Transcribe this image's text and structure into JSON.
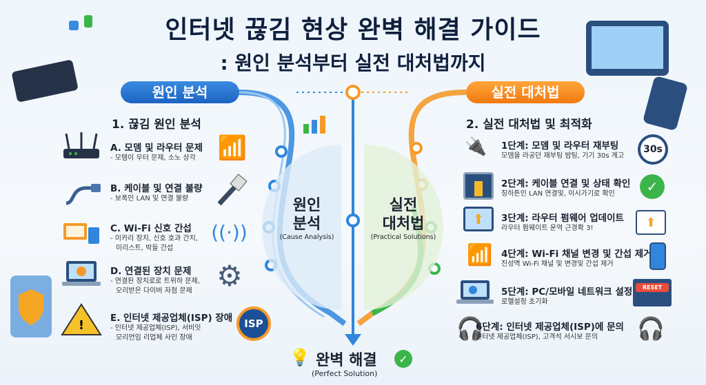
{
  "title": "인터넷 끊김 현상 완벽 해결 가이드",
  "subtitle": ": 원인 분석부터 실전 대처법까지",
  "left": {
    "pill": "원인 분석",
    "heading": "1. 끊김 원인 분석",
    "items": [
      {
        "title": "A. 모뎀 및 라우터 문제",
        "desc": [
          "- 모템이 우터 문제, 소노 상각"
        ],
        "icon": "wifi-icon"
      },
      {
        "title": "B. 케이블 및 연결 불량",
        "desc": [
          "- 보폭인 LAN 및 연결 불량"
        ],
        "icon": "ethernet-cable-icon"
      },
      {
        "title": "C. Wi-Fi 신호 간섭",
        "desc": [
          "- 미카리 장치, 신호 호과 간치,",
          "미리스트, 박들 간섭"
        ],
        "icon": "antenna-icon"
      },
      {
        "title": "D. 연결된 장치 문제",
        "desc": [
          "- 연결된 장치로로 트위하 문제,",
          "오리받은 다이버 자첨 문제"
        ],
        "icon": "gear-icon"
      },
      {
        "title": "E. 인터넷 제공업체(ISP) 장애",
        "desc": [
          "- 인터넷 제공업체(ISP), 서비잇",
          "모리언임 리업체 사인 장애"
        ],
        "icon": "isp-globe-icon",
        "badge": "ISP"
      }
    ]
  },
  "center": {
    "left_title": [
      "원인",
      "분석"
    ],
    "left_sub": "(Cause Analysis)",
    "right_title": [
      "실전",
      "대처법"
    ],
    "right_sub": "(Practical Solutions)",
    "bottom_title": "완벽 해결",
    "bottom_sub": "(Perfect Solution)"
  },
  "right": {
    "pill": "실전 대처법",
    "heading": "2. 실전 대처법 및 최적화",
    "steps": [
      {
        "title": "1단계: 모뎀 및 라우터 재부팅",
        "desc": "모뎀을 라공던 재부팅 밤팅, 기기 30s 게고",
        "icon": "plug-icon",
        "side": "timer-icon",
        "side_text": "30s"
      },
      {
        "title": "2단계: 케이블 연결 및 상태 확인",
        "desc": "징하튼인 LAN 연결및, 이시가기로 확인",
        "icon": "lan-port-icon",
        "side": "check-icon"
      },
      {
        "title": "3단계: 라우터 펌웨어 업데이트",
        "desc": "라우터 펌웨이트 운역 근경확 3!",
        "icon": "monitor-upload-icon",
        "side": "update-window-icon"
      },
      {
        "title": "4단계: Wi-Fi 채널 변경 및 간섭 제거",
        "desc": "진성멱 Wi-Fi 채널 및 변경및 간섭 제거",
        "icon": "wifi-icon",
        "side": "phone-icon"
      },
      {
        "title": "5단계: PC/모바일 네트워크 설정",
        "desc": "로헬설정 초기화",
        "icon": "laptop-gear-icon",
        "side": "laptop-reset-icon",
        "side_text": "RESET"
      },
      {
        "title": "6단계: 인터넷 제공업체(ISP)에 문의",
        "desc": "인터넷 제공업체(ISP), 고격석 서시보 문의",
        "icon": "support-agent-icon",
        "side": "support-agent-icon"
      }
    ]
  },
  "colors": {
    "title": "#0f1f3d",
    "blue": "#1d63c2",
    "orange": "#f07a10",
    "green": "#3bb54a"
  }
}
